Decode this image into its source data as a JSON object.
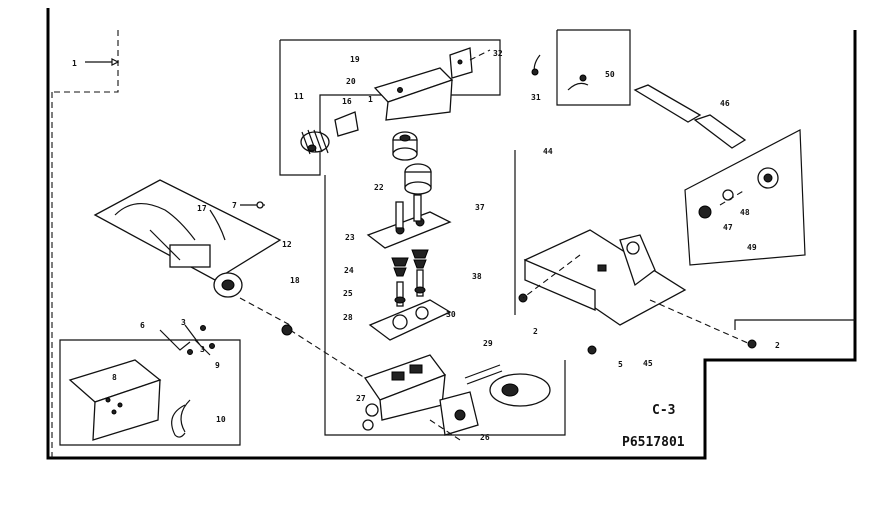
{
  "diagram": {
    "section_code": "C-3",
    "drawing_number": "P6517801",
    "callouts": [
      "1",
      "2",
      "3",
      "5",
      "6",
      "7",
      "8",
      "9",
      "10",
      "11",
      "12",
      "16",
      "17",
      "18",
      "19",
      "20",
      "22",
      "23",
      "24",
      "25",
      "26",
      "27",
      "28",
      "29",
      "30",
      "31",
      "32",
      "37",
      "38",
      "44",
      "45",
      "46",
      "47",
      "48",
      "49",
      "50"
    ]
  }
}
